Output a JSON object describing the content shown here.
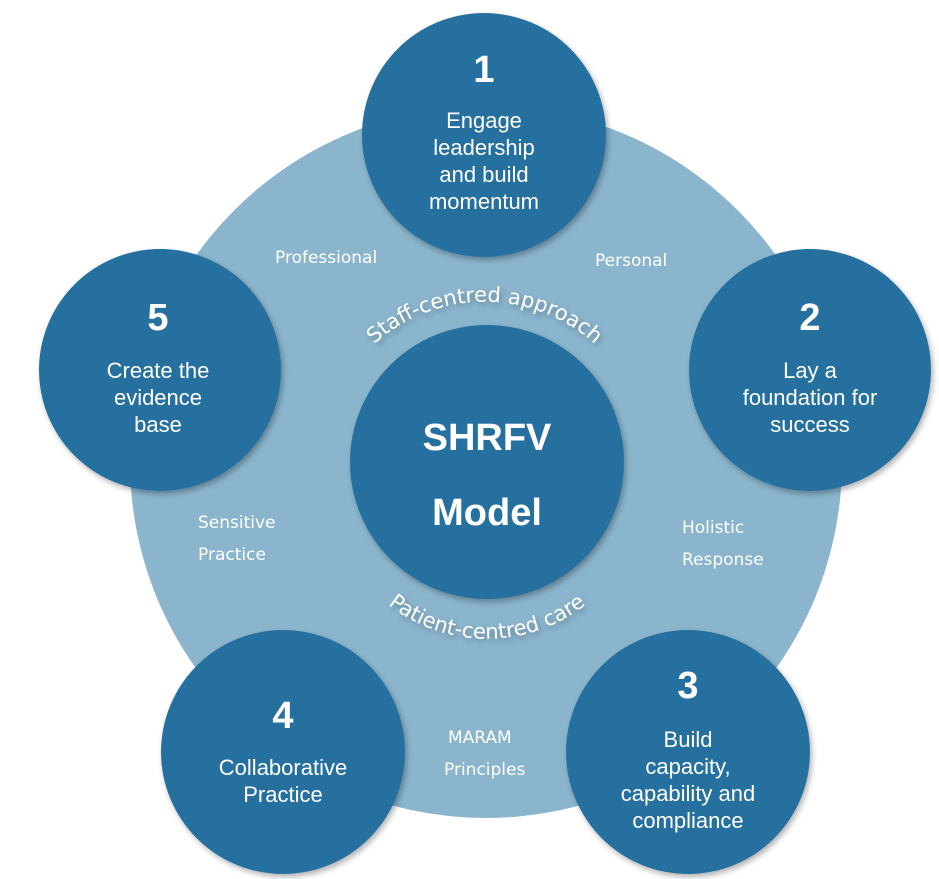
{
  "colors": {
    "outer_ring": "#8ab5cd",
    "circles": "#2670a0",
    "text": "#ffffff"
  },
  "center": {
    "line1": "SHRFV",
    "line2": "Model"
  },
  "arc_labels": {
    "top": "Staff-centred approach",
    "bottom": "Patient-centred care"
  },
  "steps": [
    {
      "number": "1",
      "lines": [
        "Engage",
        "leadership",
        "and build",
        "momentum"
      ]
    },
    {
      "number": "2",
      "lines": [
        "Lay a",
        "foundation for",
        "success"
      ]
    },
    {
      "number": "3",
      "lines": [
        "Build",
        "capacity,",
        "capability and",
        "compliance"
      ]
    },
    {
      "number": "4",
      "lines": [
        "Collaborative",
        "Practice"
      ]
    },
    {
      "number": "5",
      "lines": [
        "Create the",
        "evidence",
        "base"
      ]
    }
  ],
  "ring_labels": {
    "professional": "Professional",
    "personal": "Personal",
    "holistic": [
      "Holistic",
      "Response"
    ],
    "maram": [
      "MARAM",
      "Principles"
    ],
    "sensitive": [
      "Sensitive",
      "Practice"
    ]
  }
}
